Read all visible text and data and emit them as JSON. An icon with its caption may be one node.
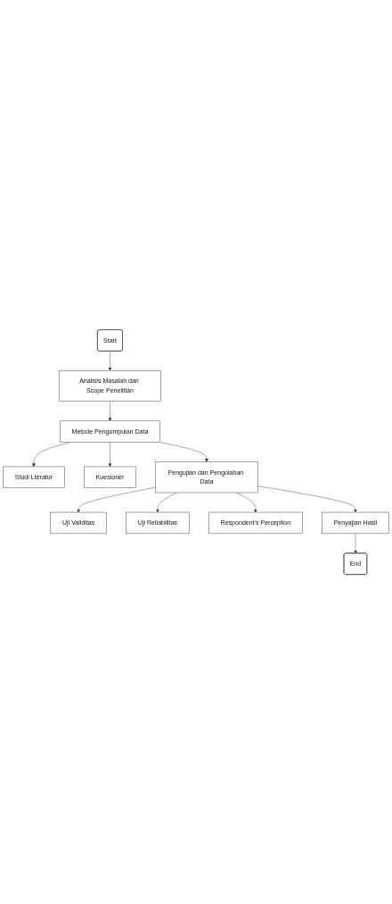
{
  "diagram": {
    "nodes": [
      {
        "text": [
          "Start"
        ]
      },
      {
        "text": [
          "Analisis Masalah dan Scope Penelitian"
        ]
      },
      {
        "text": [
          "Metode Pengumpulan Data"
        ]
      },
      {
        "text": [
          "Studi Lteratur"
        ]
      },
      {
        "text": [
          "Kuesioner"
        ]
      },
      {
        "text": [
          "Pengujian dan Pengolahan Data"
        ]
      },
      {
        "text": [
          "Uji Validitas"
        ]
      },
      {
        "text": [
          "Uji Reliabilitas"
        ]
      },
      {
        "text": [
          "Respondent's Perception"
        ]
      },
      {
        "text": [
          "Penyajian Hasil"
        ]
      },
      {
        "text": [
          "End"
        ]
      }
    ],
    "edges": [
      {
        "from": 0,
        "to": 1,
        "arrow": "to"
      },
      {
        "from": 1,
        "to": 2,
        "arrow": "to"
      },
      {
        "from": 2,
        "to": 3,
        "arrow": "to"
      },
      {
        "from": 2,
        "to": 4,
        "arrow": "to"
      },
      {
        "from": 2,
        "to": 5,
        "arrow": "to"
      },
      {
        "from": 5,
        "to": 6,
        "arrow": "to"
      },
      {
        "from": 5,
        "to": 7,
        "arrow": "to"
      },
      {
        "from": 5,
        "to": 8,
        "arrow": "to"
      },
      {
        "from": 5,
        "to": 9,
        "arrow": "to"
      },
      {
        "from": 9,
        "to": 10,
        "arrow": "to"
      }
    ]
  }
}
